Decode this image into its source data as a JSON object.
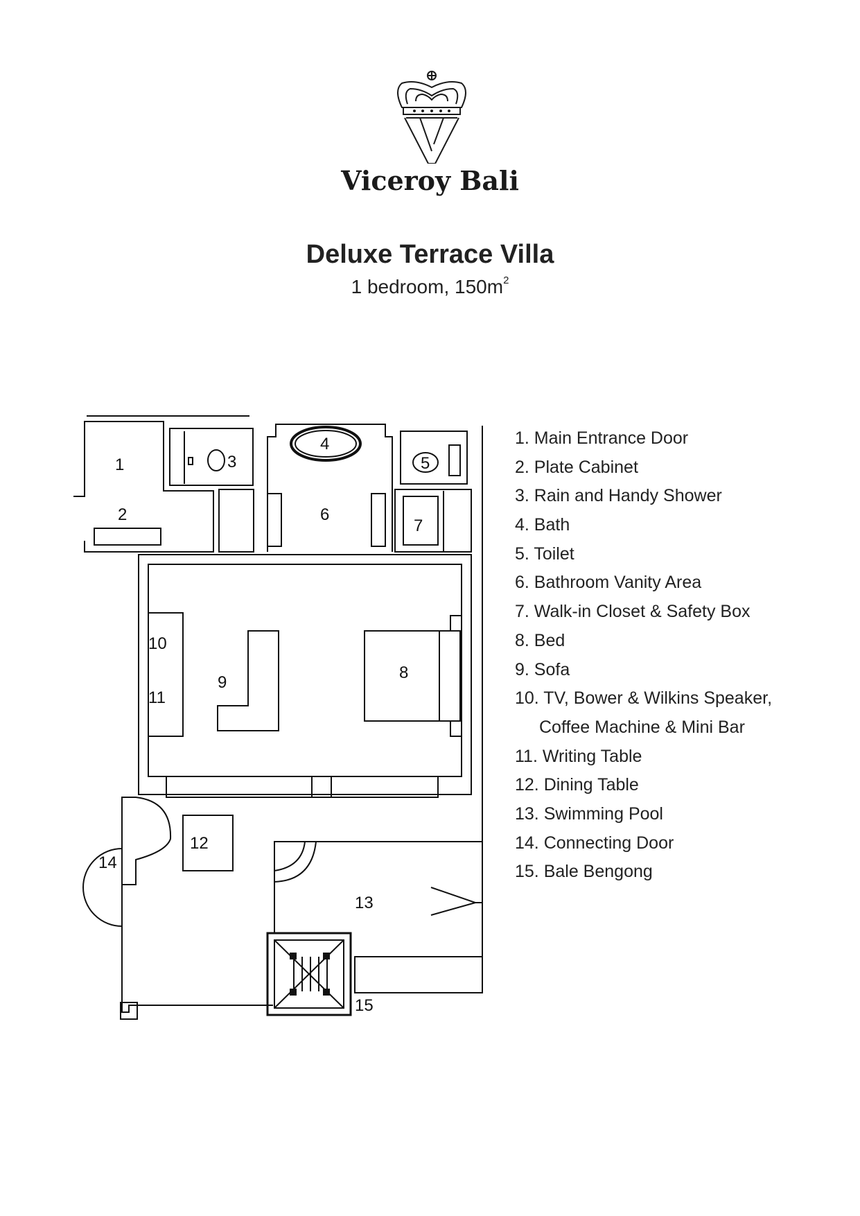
{
  "brand": {
    "name": "Viceroy Bali",
    "logo_icon": "crown-v-icon"
  },
  "header": {
    "title": "Deluxe Terrace Villa",
    "subtitle_main": "1 bedroom, 150m",
    "subtitle_sup": "2"
  },
  "plan_labels": {
    "l1": "1",
    "l2": "2",
    "l3": "3",
    "l4": "4",
    "l5": "5",
    "l6": "6",
    "l7": "7",
    "l8": "8",
    "l9": "9",
    "l10": "10",
    "l11": "11",
    "l12": "12",
    "l13": "13",
    "l14": "14",
    "l15": "15"
  },
  "legend": [
    "1. Main Entrance Door",
    "2. Plate Cabinet",
    "3. Rain and Handy Shower",
    "4. Bath",
    "5. Toilet",
    "6. Bathroom Vanity Area",
    "7. Walk-in Closet & Safety Box",
    "8. Bed",
    "9. Sofa",
    "10. TV, Bower & Wilkins Speaker,",
    "Coffee Machine & Mini Bar",
    "11. Writing Table",
    "12. Dining Table",
    "13. Swimming Pool",
    "14. Connecting Door",
    "15. Bale Bengong"
  ]
}
